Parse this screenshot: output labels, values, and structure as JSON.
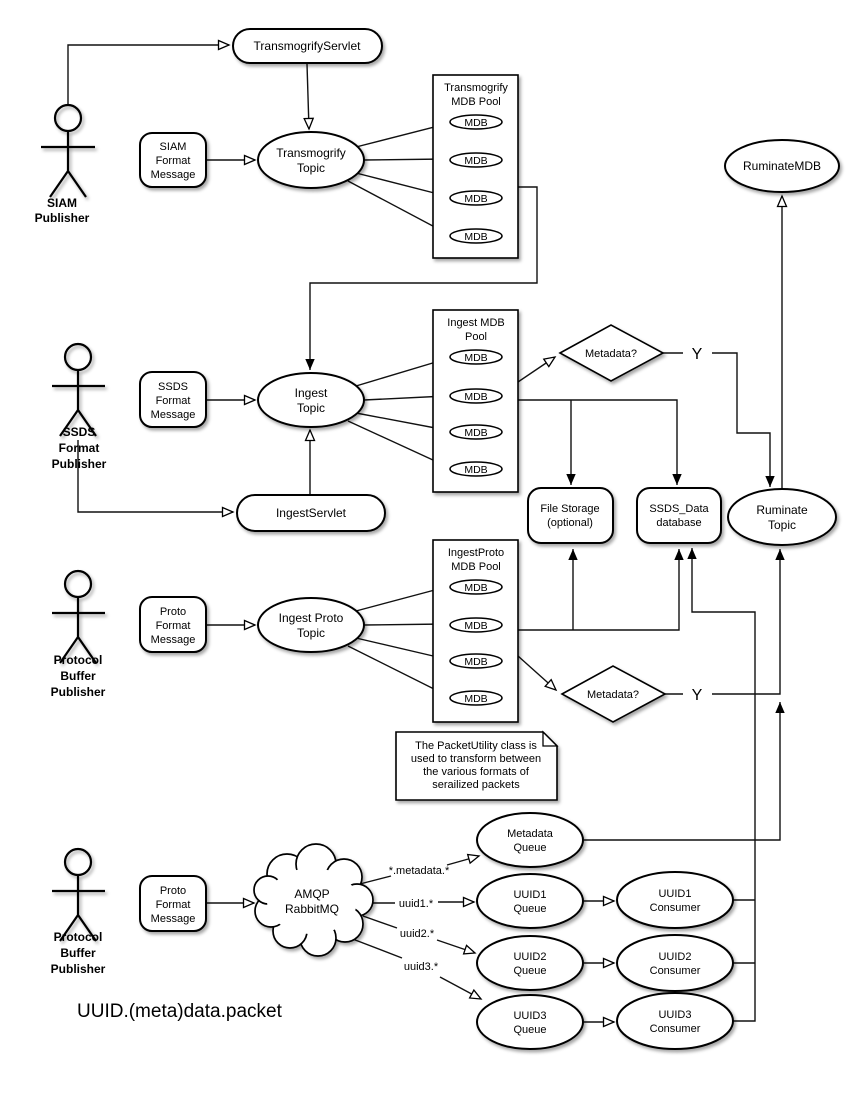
{
  "diagram": {
    "background": "#ffffff",
    "stroke_color": "#000000",
    "shadow_color": "rgba(0,0,0,0.35)"
  },
  "actors": {
    "siam": {
      "l1": "SIAM",
      "l2": "Publisher"
    },
    "ssds": {
      "l1": "SSDS",
      "l2": "Format",
      "l3": "Publisher"
    },
    "proto1": {
      "l1": "Protocol",
      "l2": "Buffer",
      "l3": "Publisher"
    },
    "proto2": {
      "l1": "Protocol",
      "l2": "Buffer",
      "l3": "Publisher"
    }
  },
  "servlets": {
    "transmogrify": "TransmogrifyServlet",
    "ingest": "IngestServlet"
  },
  "messages": {
    "siam": {
      "l1": "SIAM",
      "l2": "Format",
      "l3": "Message"
    },
    "ssds": {
      "l1": "SSDS",
      "l2": "Format",
      "l3": "Message"
    },
    "proto": {
      "l1": "Proto",
      "l2": "Format",
      "l3": "Message"
    },
    "proto2": {
      "l1": "Proto",
      "l2": "Format",
      "l3": "Message"
    }
  },
  "topics": {
    "transmogrify": {
      "l1": "Transmogrify",
      "l2": "Topic"
    },
    "ingest": {
      "l1": "Ingest",
      "l2": "Topic"
    },
    "ingest_proto": {
      "l1": "Ingest Proto",
      "l2": "Topic"
    },
    "ruminate": {
      "l1": "Ruminate",
      "l2": "Topic"
    },
    "ruminate_mdb": "RuminateMDB"
  },
  "pools": {
    "transmogrify": {
      "l1": "Transmogrify",
      "l2": "MDB Pool"
    },
    "ingest": {
      "l1": "Ingest MDB",
      "l2": "Pool"
    },
    "ingest_proto": {
      "l1": "IngestProto",
      "l2": "MDB Pool"
    },
    "mdb_label": "MDB"
  },
  "decisions": {
    "metadata1": "Metadata?",
    "metadata2": "Metadata?",
    "yes1": "Y",
    "yes2": "Y"
  },
  "stores": {
    "file_storage": {
      "l1": "File Storage",
      "l2": "(optional)"
    },
    "ssds_data": {
      "l1": "SSDS_Data",
      "l2": "database"
    }
  },
  "note": {
    "l1": "The PacketUtility class is",
    "l2": "used to transform between",
    "l3": "the various formats of",
    "l4": "serailized packets"
  },
  "broker": {
    "cloud": {
      "l1": "AMQP",
      "l2": "RabbitMQ"
    },
    "routing_keys": {
      "metadata": "*.metadata.*",
      "uuid1": "uuid1.*",
      "uuid2": "uuid2.*",
      "uuid3": "uuid3.*"
    },
    "caption": "UUID.(meta)data.packet",
    "queues": {
      "metadata": {
        "l1": "Metadata",
        "l2": "Queue"
      },
      "uuid1": {
        "l1": "UUID1",
        "l2": "Queue"
      },
      "uuid2": {
        "l1": "UUID2",
        "l2": "Queue"
      },
      "uuid3": {
        "l1": "UUID3",
        "l2": "Queue"
      }
    },
    "consumers": {
      "uuid1": {
        "l1": "UUID1",
        "l2": "Consumer"
      },
      "uuid2": {
        "l1": "UUID2",
        "l2": "Consumer"
      },
      "uuid3": {
        "l1": "UUID3",
        "l2": "Consumer"
      }
    }
  }
}
